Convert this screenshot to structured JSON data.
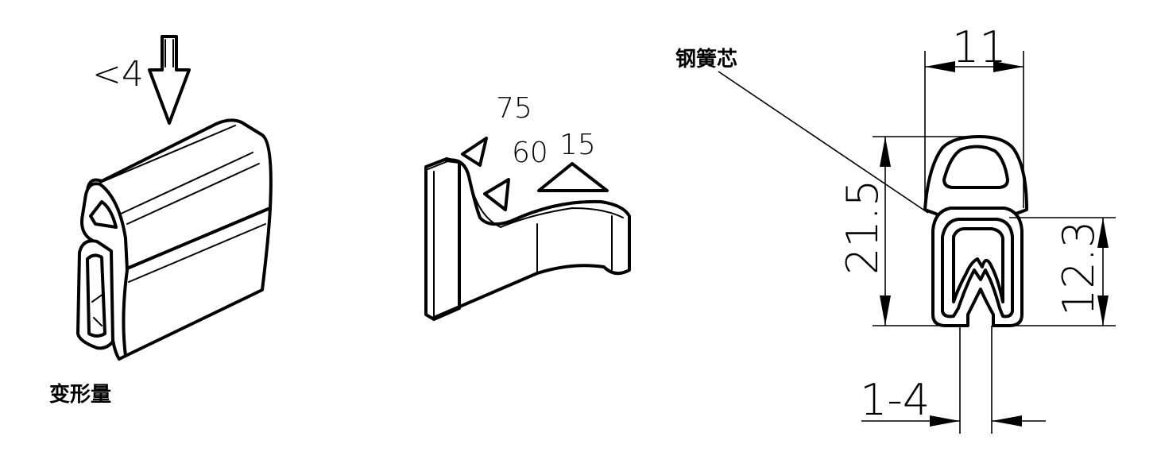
{
  "deformation": {
    "value_label": "<4",
    "caption": "变形量"
  },
  "grip_angles": {
    "label_a": "75",
    "label_b": "60",
    "label_c": "15"
  },
  "cross_section": {
    "core_label": "钢簧芯",
    "width_label": "11",
    "total_height_label": "21.5",
    "inner_height_label": "12.3",
    "clamp_range_label": "1-4"
  }
}
